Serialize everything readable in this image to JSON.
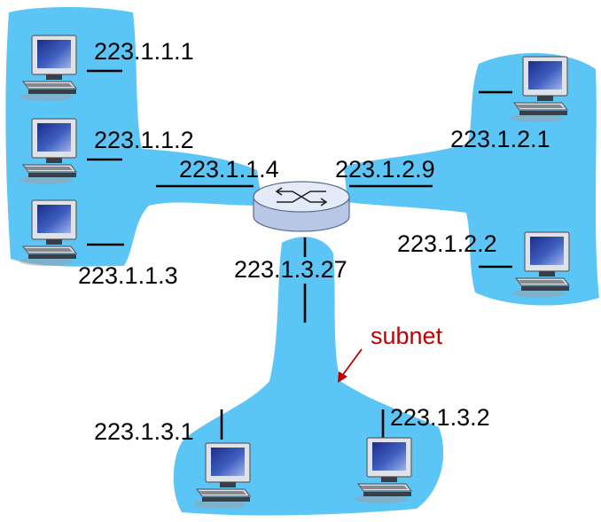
{
  "colors": {
    "subnet_fill": "#5bc6f5",
    "annotation": "#c00000",
    "router_top": "#e4ebf8",
    "router_side": "#b9c7e6"
  },
  "router": {
    "icon": "router-icon",
    "interfaces": [
      {
        "ip": "223.1.1.4"
      },
      {
        "ip": "223.1.2.9"
      },
      {
        "ip": "223.1.3.27"
      }
    ]
  },
  "hosts": [
    {
      "ip": "223.1.1.1",
      "icon": "computer-icon"
    },
    {
      "ip": "223.1.1.2",
      "icon": "computer-icon"
    },
    {
      "ip": "223.1.1.3",
      "icon": "computer-icon"
    },
    {
      "ip": "223.1.2.1",
      "icon": "computer-icon"
    },
    {
      "ip": "223.1.2.2",
      "icon": "computer-icon"
    },
    {
      "ip": "223.1.3.1",
      "icon": "computer-icon"
    },
    {
      "ip": "223.1.3.2",
      "icon": "computer-icon"
    }
  ],
  "annotation": {
    "label": "subnet",
    "icon": "arrow-icon"
  }
}
